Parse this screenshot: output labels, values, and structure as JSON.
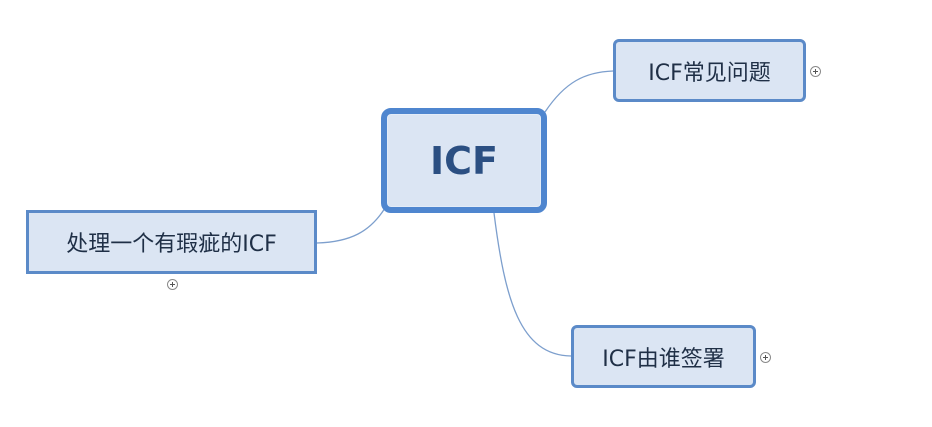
{
  "mindmap": {
    "central": {
      "label": "ICF"
    },
    "topics": {
      "faq": {
        "label": "ICF常见问题"
      },
      "signer": {
        "label": "ICF由谁签署"
      },
      "defect": {
        "label": "处理一个有瑕疵的ICF"
      }
    },
    "colors": {
      "node_fill": "#dbe5f3",
      "node_border": "#5b8ac8",
      "central_border": "#4f86cf",
      "connector": "#7d9fcd",
      "text": "#1f2f46"
    },
    "icons": {
      "expand": "plus-circle-icon"
    }
  }
}
